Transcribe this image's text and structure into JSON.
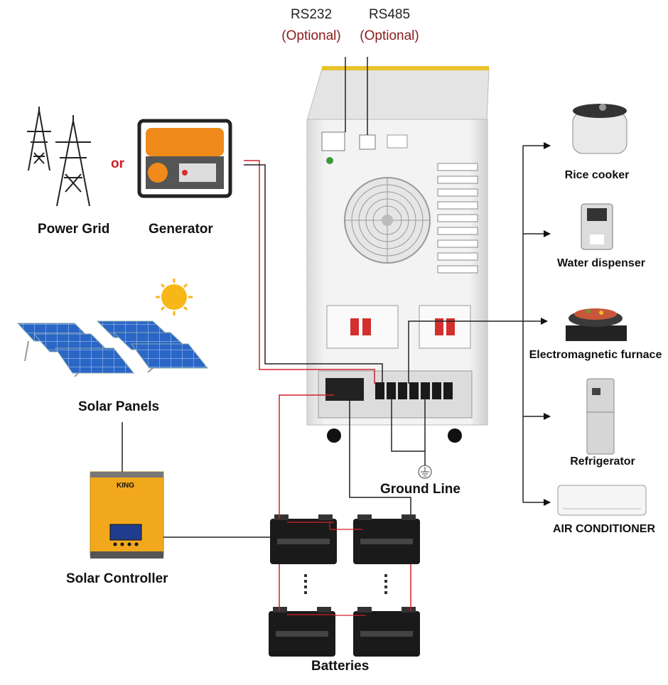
{
  "ports": {
    "rs232": "RS232",
    "rs485": "RS485",
    "optional": "(Optional)"
  },
  "sources": {
    "power_grid": "Power Grid",
    "or": "or",
    "generator": "Generator",
    "solar_panels": "Solar Panels",
    "solar_controller": "Solar Controller",
    "controller_brand": "KING"
  },
  "center": {
    "ground_line": "Ground Line",
    "batteries": "Batteries"
  },
  "loads": {
    "rice_cooker": "Rice cooker",
    "water_dispenser": "Water dispenser",
    "electromagnetic_furnace": "Electromagnetic furnace",
    "refrigerator": "Refrigerator",
    "air_conditioner": "AIR CONDITIONER"
  },
  "colors": {
    "wire_red": "#d2202a",
    "wire_black": "#222222",
    "inverter_body": "#eeeeee",
    "inverter_top": "#e8c22a",
    "controller_body": "#f2a81d",
    "panel_blue": "#2a66c6",
    "sun": "#f7b718",
    "battery": "#1a1a1a"
  }
}
